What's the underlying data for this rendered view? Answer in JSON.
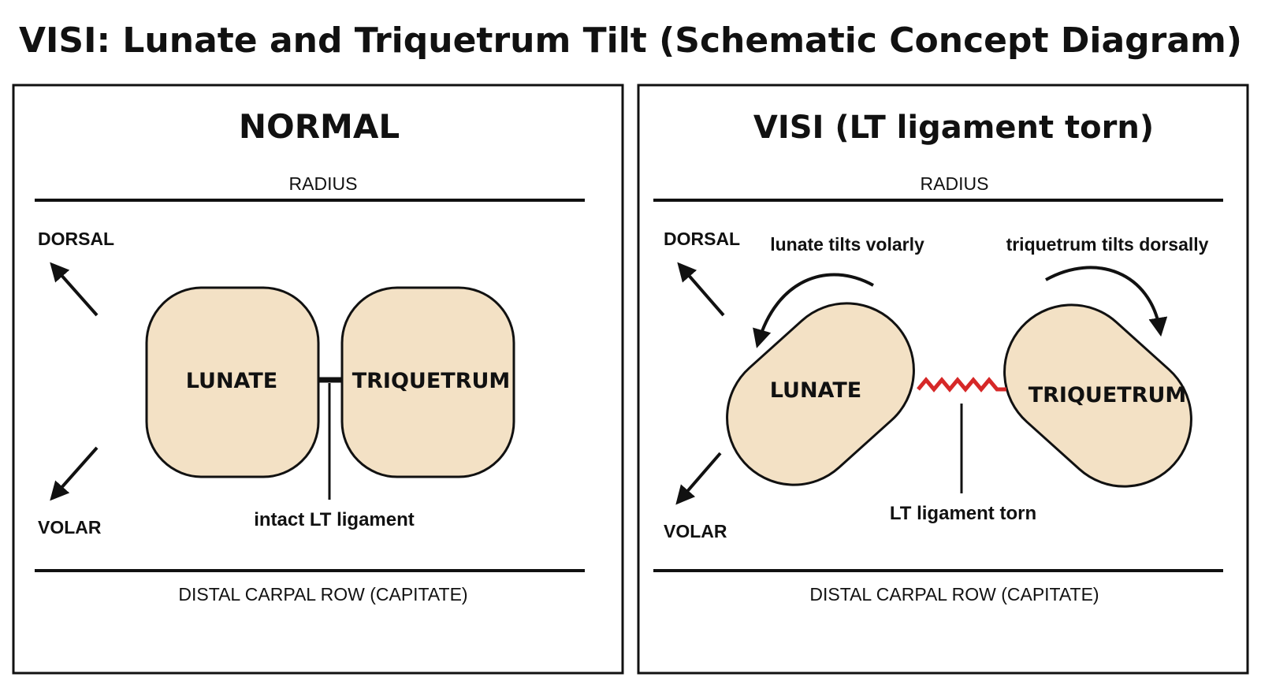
{
  "title": "VISI: Lunate and Triquetrum Tilt (Schematic Concept Diagram)",
  "colors": {
    "bone_fill": "#f3e1c5",
    "outline": "#111111",
    "torn_ligament": "#d62828",
    "background": "#ffffff"
  },
  "panels": {
    "normal": {
      "title": "NORMAL",
      "top_label": "RADIUS",
      "bottom_label": "DISTAL CARPAL ROW (CAPITATE)",
      "dorsal": "DORSAL",
      "volar": "VOLAR",
      "lunate": "LUNATE",
      "triquetrum": "TRIQUETRUM",
      "ligament_label": "intact LT ligament"
    },
    "visi": {
      "title": "VISI (LT ligament torn)",
      "top_label": "RADIUS",
      "bottom_label": "DISTAL CARPAL ROW (CAPITATE)",
      "dorsal": "DORSAL",
      "volar": "VOLAR",
      "lunate": "LUNATE",
      "triquetrum": "TRIQUETRUM",
      "ligament_label": "LT ligament torn",
      "lunate_tilt_note": "lunate tilts volarly",
      "triquetrum_tilt_note": "triquetrum tilts dorsally"
    }
  }
}
